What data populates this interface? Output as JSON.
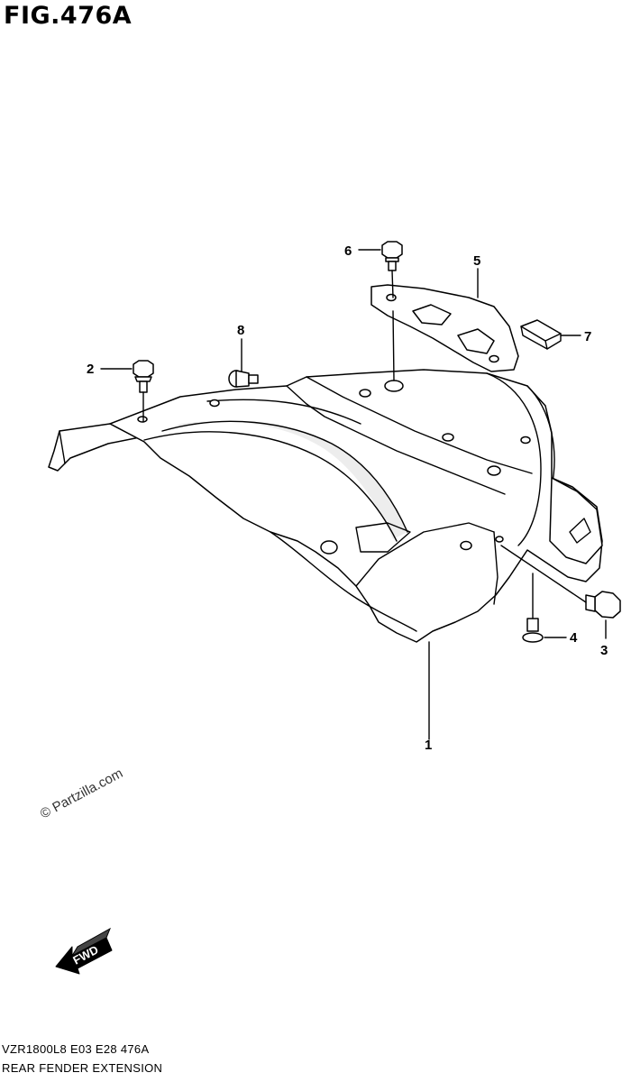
{
  "figure": {
    "title": "FIG.476A",
    "model_code": "VZR1800L8  E03  E28  476A",
    "section_name": "REAR FENDER EXTENSION",
    "watermark": "© Partzilla.com",
    "direction_label": "FWD"
  },
  "callouts": [
    {
      "id": "1",
      "label": "1",
      "part": "rear fender extension"
    },
    {
      "id": "2",
      "label": "2",
      "part": "bolt"
    },
    {
      "id": "3",
      "label": "3",
      "part": "bolt"
    },
    {
      "id": "4",
      "label": "4",
      "part": "nut"
    },
    {
      "id": "5",
      "label": "5",
      "part": "bracket"
    },
    {
      "id": "6",
      "label": "6",
      "part": "bolt"
    },
    {
      "id": "7",
      "label": "7",
      "part": "cushion"
    },
    {
      "id": "8",
      "label": "8",
      "part": "bolt"
    }
  ]
}
